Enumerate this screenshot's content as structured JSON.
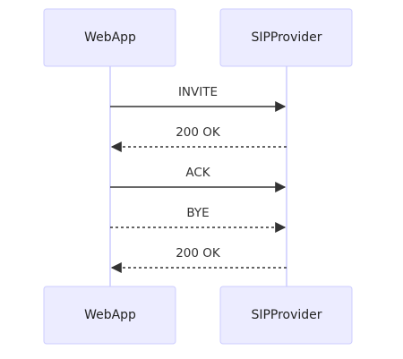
{
  "diagram": {
    "type": "sequence",
    "participants": [
      {
        "id": "webapp",
        "label": "WebApp"
      },
      {
        "id": "sip",
        "label": "SIPProvider"
      }
    ],
    "messages": [
      {
        "from": "webapp",
        "to": "sip",
        "label": "INVITE",
        "style": "solid"
      },
      {
        "from": "sip",
        "to": "webapp",
        "label": "200 OK",
        "style": "dashed"
      },
      {
        "from": "webapp",
        "to": "sip",
        "label": "ACK",
        "style": "solid"
      },
      {
        "from": "webapp",
        "to": "sip",
        "label": "BYE",
        "style": "dashed"
      },
      {
        "from": "sip",
        "to": "webapp",
        "label": "200 OK",
        "style": "dashed"
      }
    ],
    "colors": {
      "actor_fill": "#ECECFF",
      "actor_border": "#CCCCFF",
      "lifeline": "#CCCCFF",
      "message": "#333333",
      "text": "#222222"
    }
  }
}
